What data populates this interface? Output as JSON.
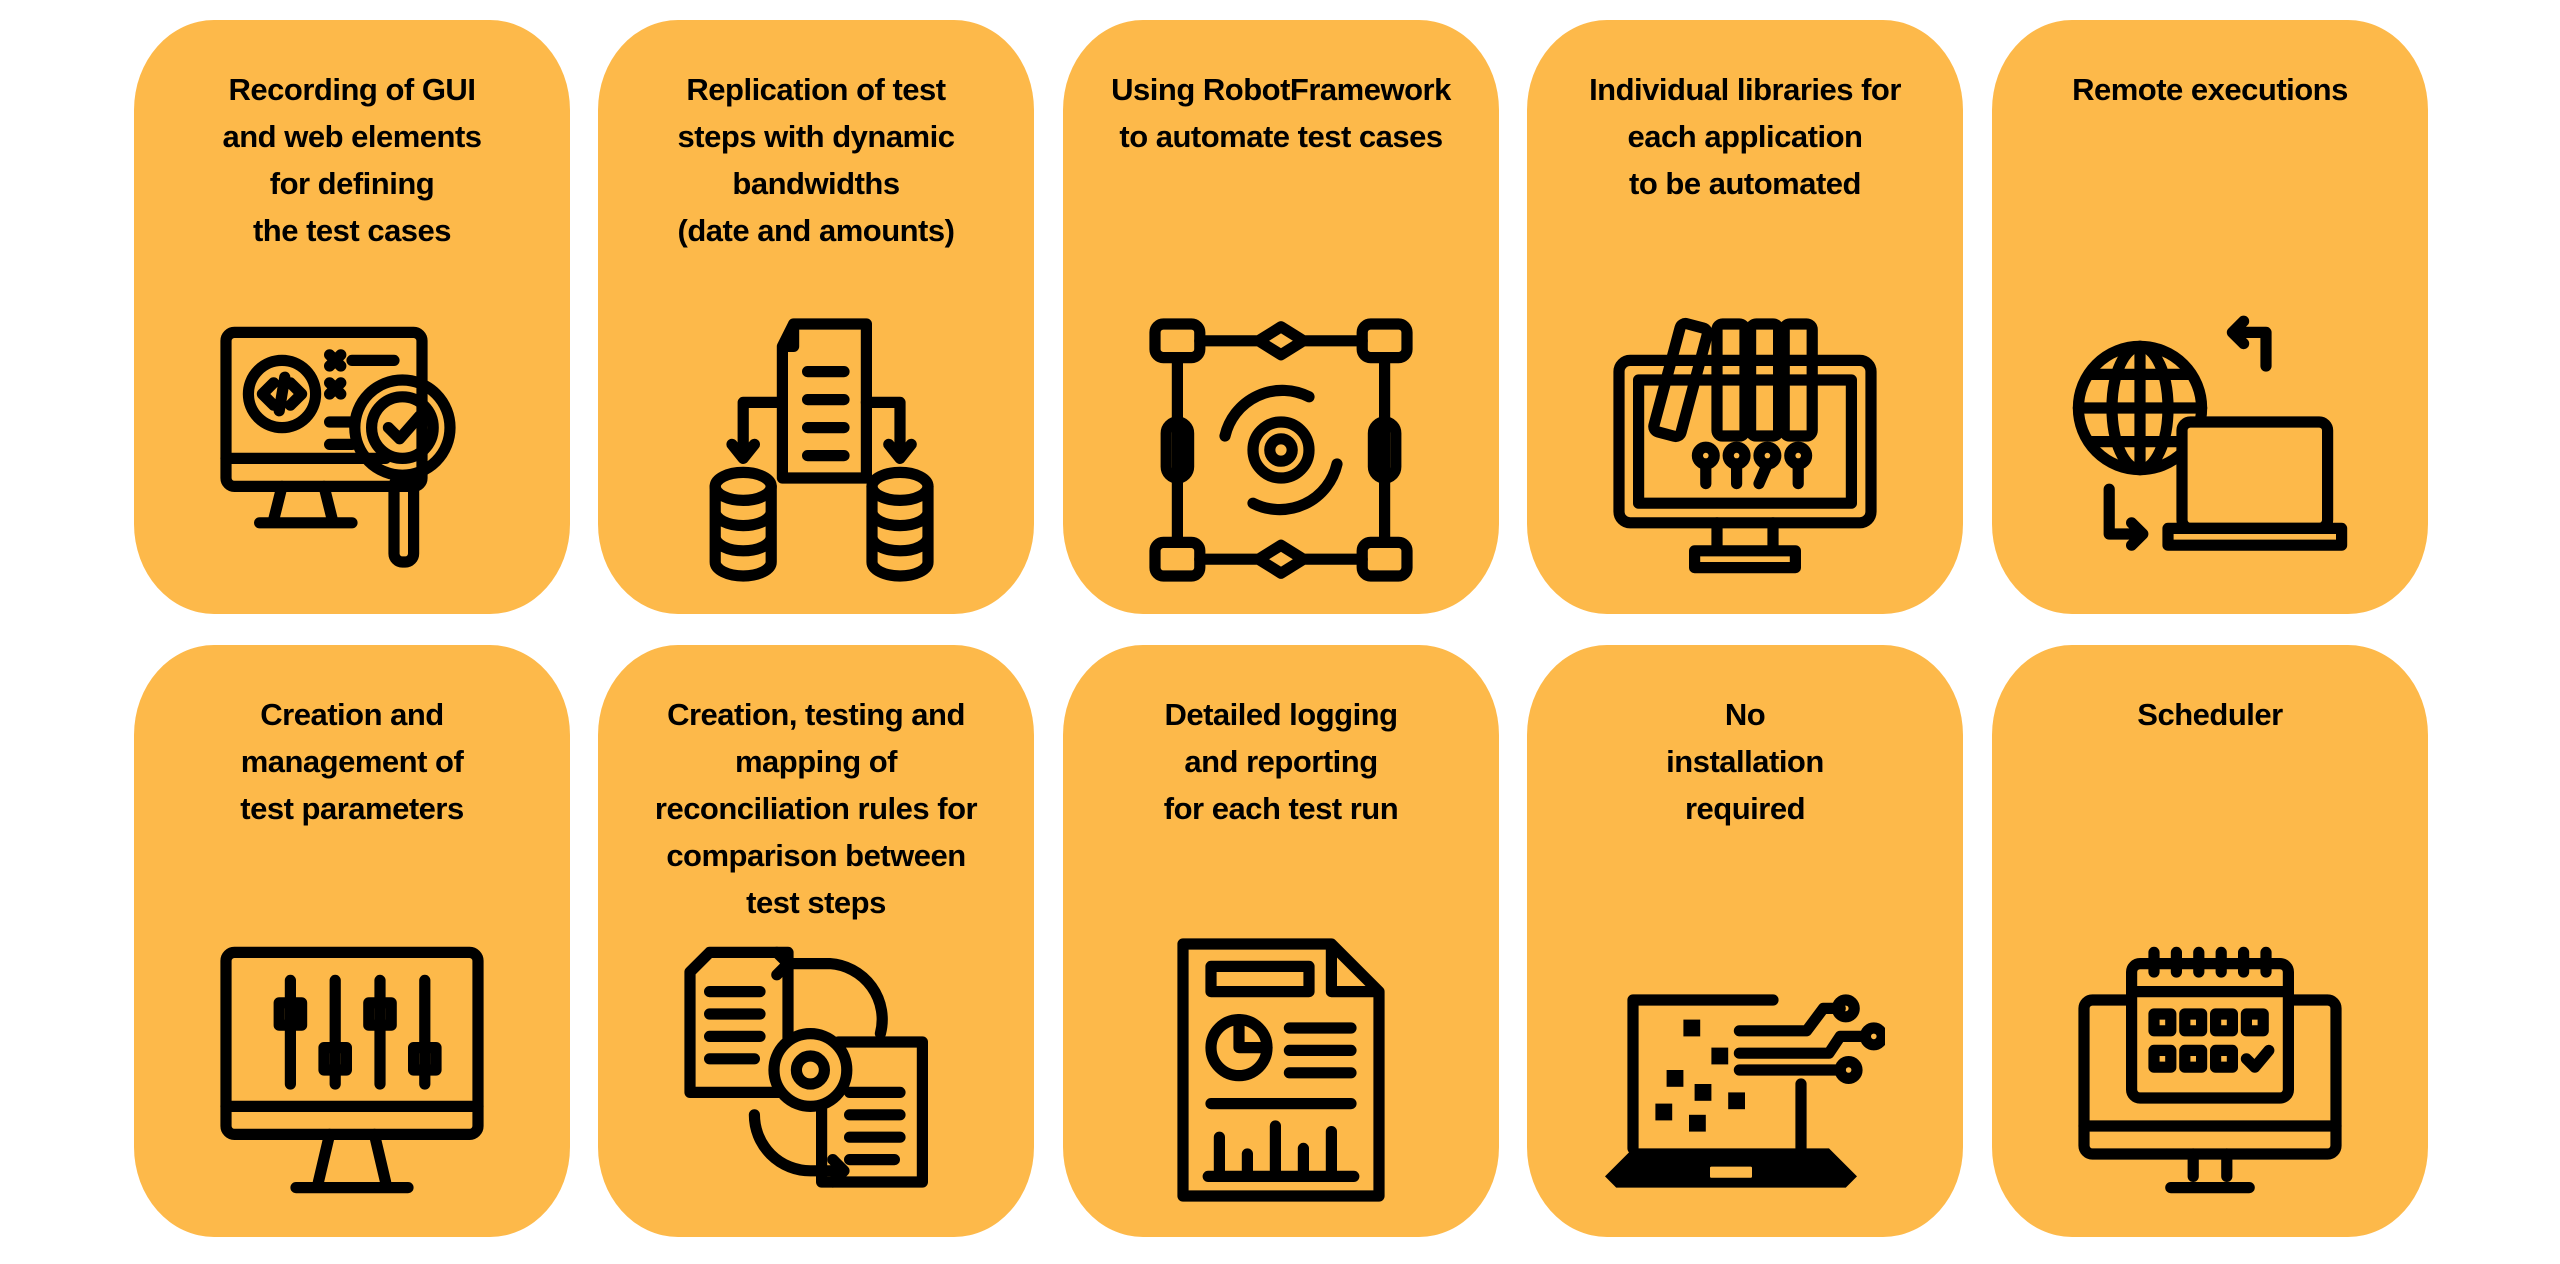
{
  "features": [
    {
      "title": "Recording of GUI\nand web elements\nfor defining\nthe test cases",
      "icon": "monitor-code-magnifier-icon"
    },
    {
      "title": "Replication of test\nsteps with dynamic\nbandwidths\n(date and amounts)",
      "icon": "document-database-icon"
    },
    {
      "title": "Using RobotFramework\nto automate test cases",
      "icon": "workflow-gear-icon"
    },
    {
      "title": "Individual libraries for\neach application\nto be automated",
      "icon": "monitor-library-icon"
    },
    {
      "title": "Remote executions",
      "icon": "globe-laptop-icon"
    },
    {
      "title": "Creation and\nmanagement of\ntest parameters",
      "icon": "monitor-sliders-icon"
    },
    {
      "title": "Creation, testing and\nmapping of\nreconciliation rules for\ncomparison between\ntest steps",
      "icon": "documents-gear-icon"
    },
    {
      "title": "Detailed logging\nand reporting\nfor each test run",
      "icon": "report-document-icon"
    },
    {
      "title": "No\ninstallation\nrequired",
      "icon": "laptop-circuit-icon"
    },
    {
      "title": "Scheduler",
      "icon": "monitor-calendar-icon"
    }
  ],
  "colors": {
    "card": "#FDB94A",
    "text": "#000000"
  }
}
